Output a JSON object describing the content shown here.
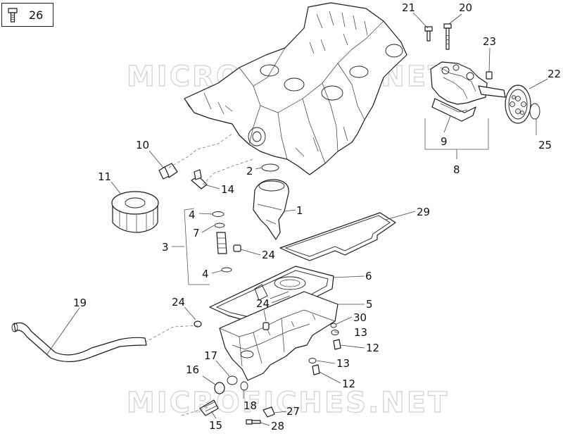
{
  "watermark": "MICROFICHES.NET",
  "legend": {
    "icon": "screw-icon",
    "number": "26"
  },
  "callouts": [
    "21",
    "20",
    "23",
    "22",
    "9",
    "25",
    "8",
    "10",
    "2",
    "11",
    "14",
    "1",
    "29",
    "4",
    "7",
    "3",
    "24",
    "4",
    "6",
    "19",
    "24",
    "24",
    "5",
    "30",
    "13",
    "12",
    "17",
    "13",
    "16",
    "12",
    "18",
    "27",
    "15",
    "28"
  ]
}
